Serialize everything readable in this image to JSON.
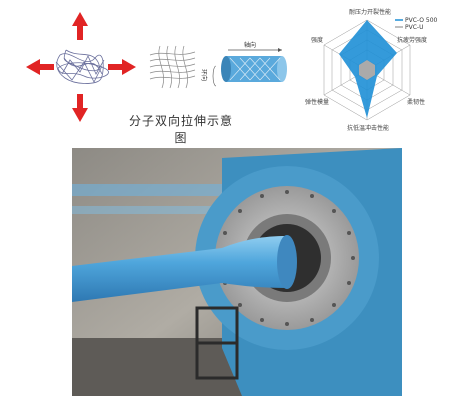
{
  "diagram": {
    "caption": "分子双向拉伸示意图",
    "axial_label": "轴向",
    "hoop_label": "环向"
  },
  "radar": {
    "axes": [
      "耐压力开裂性能",
      "抗疲劳强度",
      "柔韧性",
      "抗低温冲击性能",
      "弹性模量",
      "强度"
    ],
    "legend": [
      "PVC-O 500",
      "PVC-U"
    ],
    "colors": {
      "pvco": "#1e8fd6",
      "pvcu": "#aaaaaa"
    }
  },
  "colors": {
    "arrow": "#e12424",
    "pipe": "#5aa9dc",
    "machine": "#3d8fbf"
  }
}
